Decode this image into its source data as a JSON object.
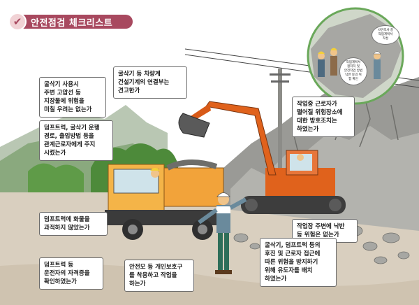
{
  "header": {
    "title": "안전점검 체크리스트",
    "icon": "check-icon",
    "accent": "#a8495f"
  },
  "callouts": [
    {
      "text": "굴삭기 사용시\n주변 고압선 등\n지장물에 위험을\n미칠 우려는 없는가"
    },
    {
      "text": "굴삭기 등 차량계\n건설기계의 연결부는\n견고한가"
    },
    {
      "text": "덤프트럭, 굴삭기 운행\n경로, 출입방법 등을\n관계근로자에게 주지\n시켰는가"
    },
    {
      "text": "작업중 근로자가\n떨어질 위험장소에\n대한 방호조치는\n하였는가"
    },
    {
      "text": "덤프트럭에 화물을\n과적하지 않았는가"
    },
    {
      "text": "작업장 주변에 낙반\n등 위험은 없는가"
    },
    {
      "text": "굴삭기, 덤프트럭 등의\n후진 및 근로자 접근에\n따른 위험을 방지하기\n위해 유도자를 배치\n하였는가"
    },
    {
      "text": "덤프트럭 등\n운전자의 자격증을\n확인하였는가"
    },
    {
      "text": "안전모 등 개인보호구\n를 착용하고 작업을\n하는가"
    }
  ],
  "inset_bubbles": [
    {
      "text": "사면조사 중\n작업계획서\n작성"
    },
    {
      "text": "작업계획서\n철저히 및\n안전작업 방법\n낙반 붕괴 위\n험 확인"
    }
  ]
}
